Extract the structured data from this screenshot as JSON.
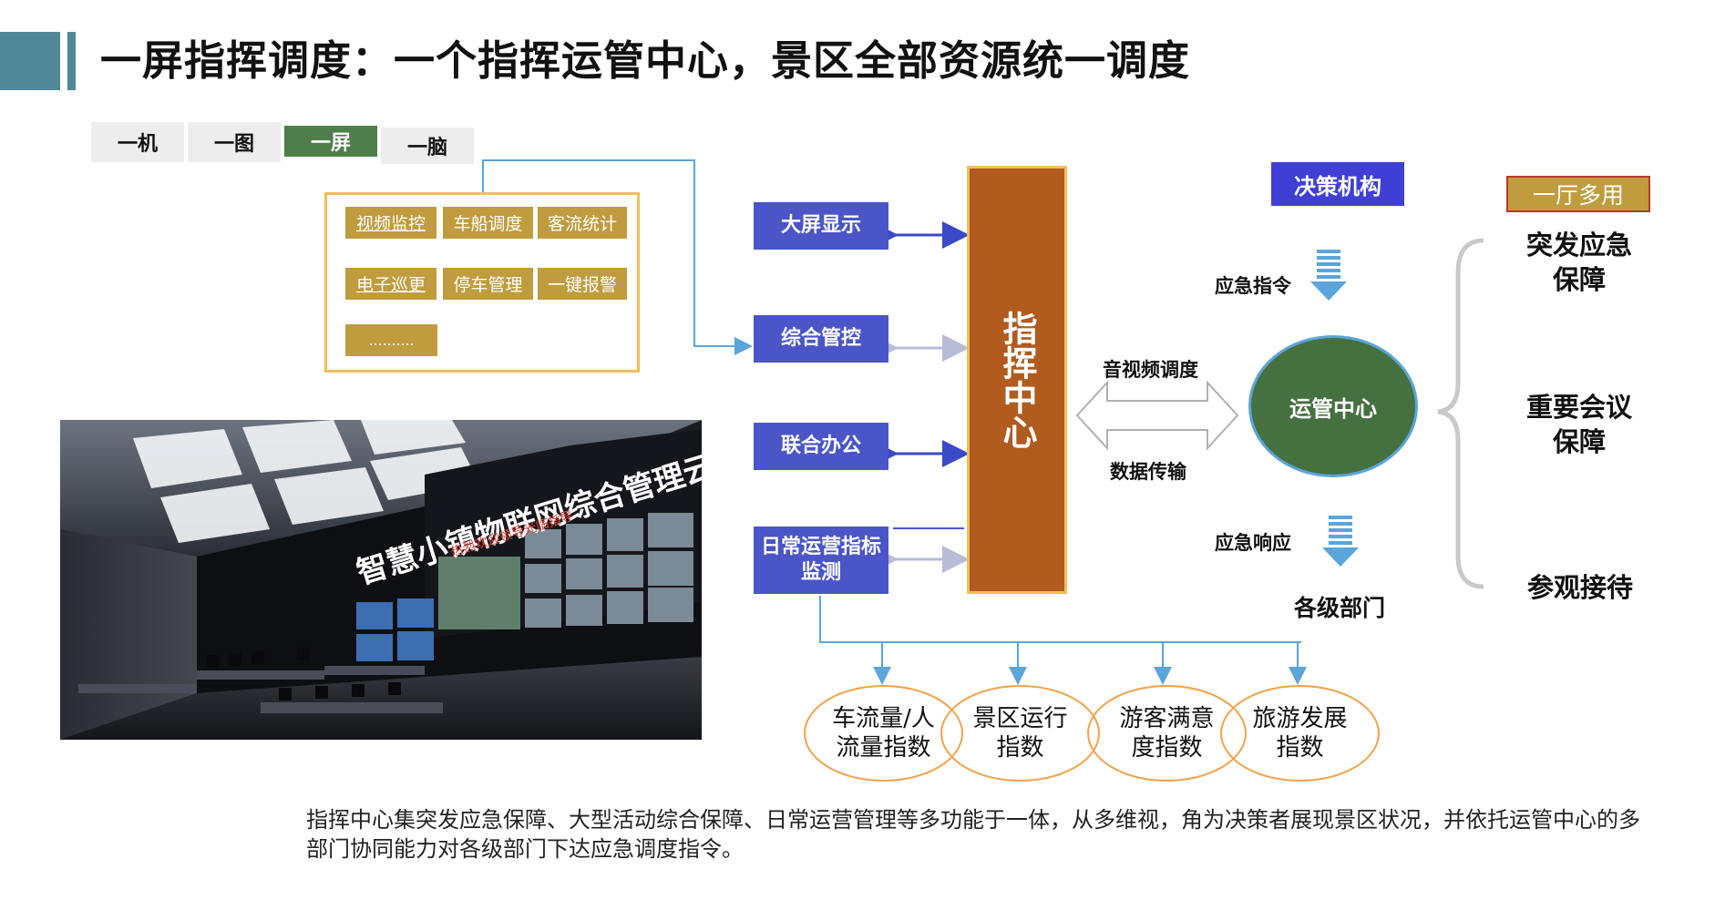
{
  "header": {
    "title": "一屏指挥调度：一个指挥运管中心，景区全部资源统一调度"
  },
  "tabs": [
    {
      "label": "一机"
    },
    {
      "label": "一图"
    },
    {
      "label": "一屏"
    },
    {
      "label": "一脑"
    }
  ],
  "functions": [
    "视频监控",
    "车船调度",
    "客流统计",
    "电子巡更",
    "停车管理",
    "一键报警",
    "………."
  ],
  "photo": {
    "screen_title": "智慧小镇物联网综合管理云平台",
    "screen_subtitle": "热烈欢迎领导光临指导"
  },
  "modules": [
    "大屏显示",
    "综合管控",
    "联合办公",
    "日常运营指标监测"
  ],
  "center": {
    "label": "指挥中心"
  },
  "flow": {
    "exchange_top": "音视频调度",
    "exchange_bottom": "数据传输",
    "ops_center": "运管中心",
    "decision": "决策机构",
    "command": "应急指令",
    "response": "应急响应",
    "departments": "各级部门"
  },
  "multi_use": {
    "badge": "一厅多用",
    "items": [
      "突发应急保障",
      "重要会议保障",
      "参观接待"
    ]
  },
  "indices": [
    "车流量/人流量指数",
    "景区运行指数",
    "游客满意度指数",
    "旅游发展指数"
  ],
  "description": "指挥中心集突发应急保障、大型活动综合保障、日常运营管理等多功能于一体，从多维视，角为决策者展现景区状况，并依托运管中心的多部门协同能力对各级部门下达应急调度指令。",
  "colors": {
    "accent_teal": "#4f8896",
    "module_blue": "#4a55c7",
    "center_brown": "#b15b1e",
    "gold": "#c09c3e",
    "ops_green": "#45703f"
  }
}
